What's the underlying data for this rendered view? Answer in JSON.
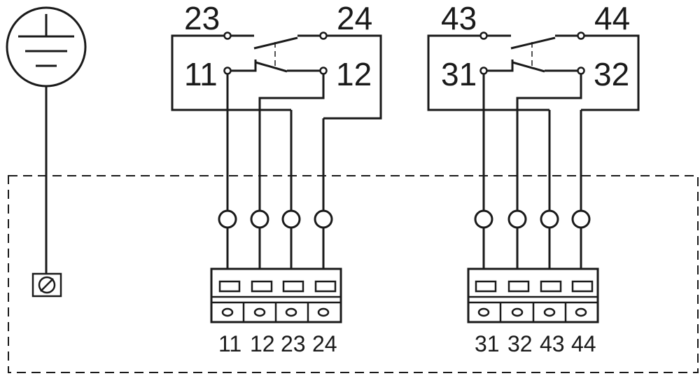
{
  "diagram": {
    "title": "Wiring diagram: two contact blocks with terminal strips and protective earth",
    "contact_block_1": {
      "no_left": "23",
      "no_right": "24",
      "nc_left": "11",
      "nc_right": "12",
      "terminals": [
        "11",
        "12",
        "23",
        "24"
      ]
    },
    "contact_block_2": {
      "no_left": "43",
      "no_right": "44",
      "nc_left": "31",
      "nc_right": "32",
      "terminals": [
        "31",
        "32",
        "43",
        "44"
      ]
    },
    "earth": {
      "symbol": "protective-earth",
      "terminal": "screw-terminal"
    }
  }
}
